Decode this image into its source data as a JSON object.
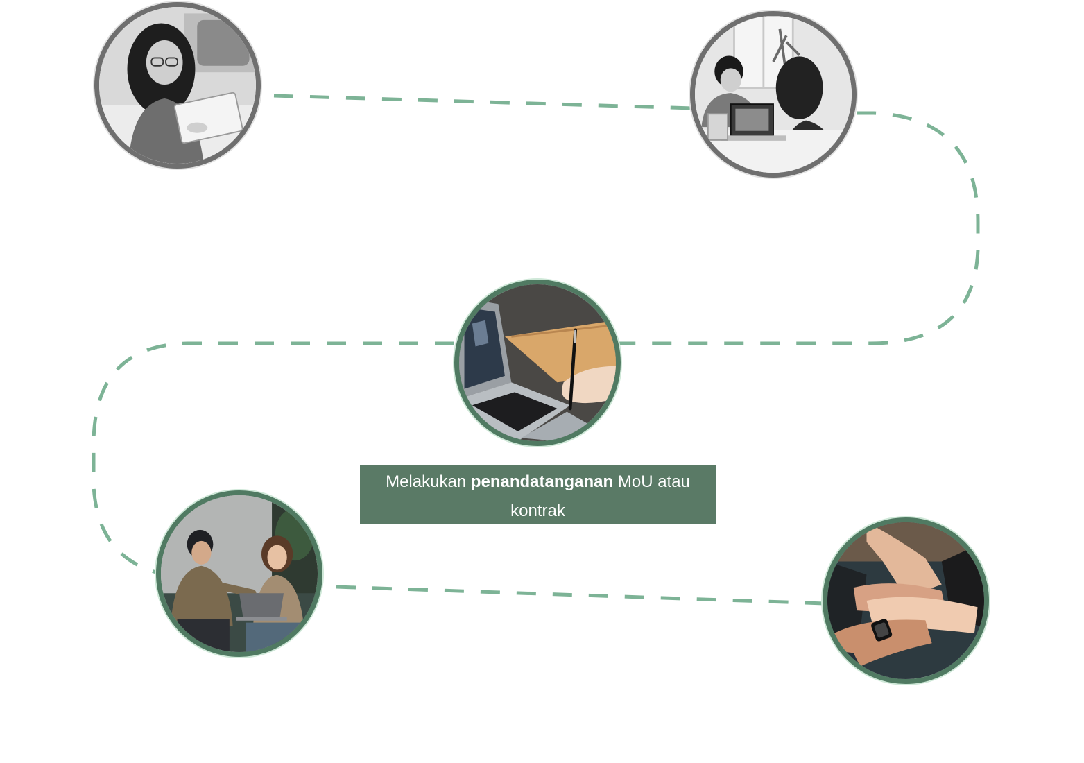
{
  "colors": {
    "path_dash": "#7db396",
    "circle_border": "#507a62",
    "circle_glow": "#cfe8d8",
    "caption_bg": "#5a7a66",
    "caption_text": "#ffffff"
  },
  "steps": [
    {
      "image": "woman-with-glasses-using-laptop-photo",
      "tone": "grayscale"
    },
    {
      "image": "team-working-at-laptops-photo",
      "tone": "grayscale"
    },
    {
      "image": "hand-signing-with-pen-near-laptop-photo",
      "tone": "color"
    },
    {
      "image": "two-colleagues-discussing-over-laptop-photo",
      "tone": "color"
    },
    {
      "image": "stacked-hands-teamwork-photo",
      "tone": "color"
    }
  ],
  "caption": {
    "before": "Melakukan ",
    "bold": "penandatanganan",
    "after": " MoU atau kontrak"
  }
}
